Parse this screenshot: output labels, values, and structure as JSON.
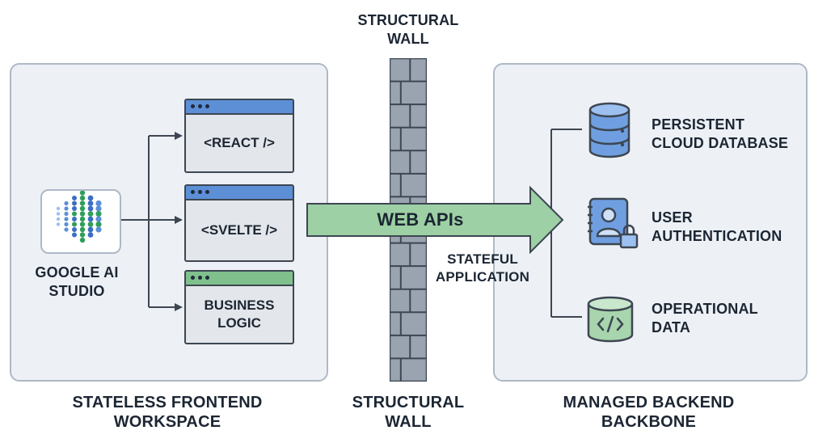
{
  "wall": {
    "top_label": "STRUCTURAL\nWALL",
    "bottom_label": "STRUCTURAL\nWALL"
  },
  "frontend": {
    "source_label": "GOOGLE AI\nSTUDIO",
    "modules": [
      {
        "label": "<REACT />",
        "bar_color": "#5c8fd6"
      },
      {
        "label": "<SVELTE />",
        "bar_color": "#5c8fd6"
      },
      {
        "label": "BUSINESS\nLOGIC",
        "bar_color": "#7fc08d"
      }
    ],
    "caption": "STATELESS FRONTEND\nWORKSPACE"
  },
  "connector": {
    "arrow_label": "WEB APIs",
    "sub_label": "STATEFUL\nAPPLICATION",
    "arrow_color": "#9dd0a4"
  },
  "backend": {
    "services": [
      {
        "icon": "database-icon",
        "label": "PERSISTENT\nCLOUD DATABASE"
      },
      {
        "icon": "user-lock-icon",
        "label": "USER\nAUTHENTICATION"
      },
      {
        "icon": "code-cylinder-icon",
        "label": "OPERATIONAL\nDATA"
      }
    ],
    "caption": "MANAGED BACKEND\nBACKBONE"
  },
  "colors": {
    "blue": "#5c8fd6",
    "green": "#7fc08d",
    "dark": "#3d4652",
    "panel_bg": "#edf1f6"
  }
}
